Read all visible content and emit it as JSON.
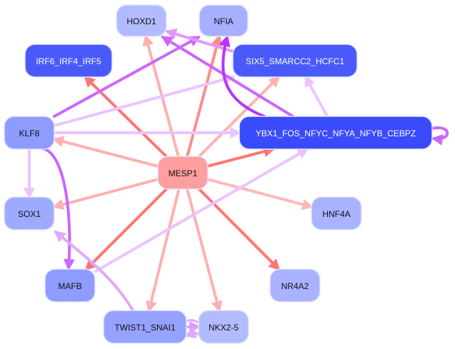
{
  "diagram": {
    "type": "gene-regulatory-network",
    "nodes": [
      {
        "id": "HOXD1",
        "label": "HOXD1",
        "fill": "#b3bbff",
        "text": "#111111"
      },
      {
        "id": "NFIA",
        "label": "NFIA",
        "fill": "#a6b0ff",
        "text": "#111111"
      },
      {
        "id": "IRF6_IRF4_IRF5",
        "label": "IRF6_IRF4_IRF5",
        "fill": "#4a5afa",
        "text": "#ffffff"
      },
      {
        "id": "SIX5_SMARCC2_HCFC1",
        "label": "SIX5_SMARCC2_HCFC1",
        "fill": "#4a5afa",
        "text": "#ffffff"
      },
      {
        "id": "KLF8",
        "label": "KLF8",
        "fill": "#8e9cff",
        "text": "#111111"
      },
      {
        "id": "YBX1_FOS_NFYC_NFYA_NFYB_CEBPZ",
        "label": "YBX1_FOS_NFYC_NFYA_NFYB_CEBPZ",
        "fill": "#3a4bfb",
        "text": "#ffffff"
      },
      {
        "id": "MESP1",
        "label": "MESP1",
        "fill": "#ff9e9e",
        "text": "#111111"
      },
      {
        "id": "SOX1",
        "label": "SOX1",
        "fill": "#9eaaff",
        "text": "#111111"
      },
      {
        "id": "HNF4A",
        "label": "HNF4A",
        "fill": "#aab3ff",
        "text": "#111111"
      },
      {
        "id": "MAFB",
        "label": "MAFB",
        "fill": "#8e9cff",
        "text": "#111111"
      },
      {
        "id": "NR4A2",
        "label": "NR4A2",
        "fill": "#aab3ff",
        "text": "#111111"
      },
      {
        "id": "TWIST1_SNAI1",
        "label": "TWIST1_SNAI1",
        "fill": "#96a2ff",
        "text": "#111111"
      },
      {
        "id": "NKX2-5",
        "label": "NKX2-5",
        "fill": "#b3bbff",
        "text": "#111111"
      }
    ],
    "edges": [
      {
        "from": "MESP1",
        "to": "HOXD1",
        "color": "#ffb0b0"
      },
      {
        "from": "MESP1",
        "to": "NFIA",
        "color": "#ff8c8c"
      },
      {
        "from": "MESP1",
        "to": "IRF6_IRF4_IRF5",
        "color": "#ff7474"
      },
      {
        "from": "MESP1",
        "to": "SIX5_SMARCC2_HCFC1",
        "color": "#ffb0b0"
      },
      {
        "from": "MESP1",
        "to": "KLF8",
        "color": "#ffb0b0"
      },
      {
        "from": "MESP1",
        "to": "YBX1_FOS_NFYC_NFYA_NFYB_CEBPZ",
        "color": "#ff7474"
      },
      {
        "from": "MESP1",
        "to": "SOX1",
        "color": "#ffb0b0"
      },
      {
        "from": "MESP1",
        "to": "HNF4A",
        "color": "#ffb8b8"
      },
      {
        "from": "MESP1",
        "to": "MAFB",
        "color": "#ff7474"
      },
      {
        "from": "MESP1",
        "to": "NR4A2",
        "color": "#ff7474"
      },
      {
        "from": "MESP1",
        "to": "TWIST1_SNAI1",
        "color": "#ffb0b0"
      },
      {
        "from": "MESP1",
        "to": "NKX2-5",
        "color": "#ffb0b0"
      },
      {
        "from": "KLF8",
        "to": "NFIA",
        "color": "#cc66ff"
      },
      {
        "from": "KLF8",
        "to": "SIX5_SMARCC2_HCFC1",
        "color": "#ebc4ff"
      },
      {
        "from": "KLF8",
        "to": "YBX1_FOS_NFYC_NFYA_NFYB_CEBPZ",
        "color": "#ebc4ff"
      },
      {
        "from": "KLF8",
        "to": "SOX1",
        "color": "#ebc4ff"
      },
      {
        "from": "KLF8",
        "to": "MAFB",
        "color": "#cc66ff"
      },
      {
        "from": "SIX5_SMARCC2_HCFC1",
        "to": "HOXD1",
        "color": "#dd99ff"
      },
      {
        "from": "YBX1_FOS_NFYC_NFYA_NFYB_CEBPZ",
        "to": "HOXD1",
        "color": "#cc66ff"
      },
      {
        "from": "YBX1_FOS_NFYC_NFYA_NFYB_CEBPZ",
        "to": "NFIA",
        "color": "#b833ff"
      },
      {
        "from": "YBX1_FOS_NFYC_NFYA_NFYB_CEBPZ",
        "to": "SIX5_SMARCC2_HCFC1",
        "color": "#ebc4ff"
      },
      {
        "from": "YBX1_FOS_NFYC_NFYA_NFYB_CEBPZ",
        "to": "YBX1_FOS_NFYC_NFYA_NFYB_CEBPZ",
        "color": "#cc66ff"
      },
      {
        "from": "MAFB",
        "to": "YBX1_FOS_NFYC_NFYA_NFYB_CEBPZ",
        "color": "#ebc4ff"
      },
      {
        "from": "TWIST1_SNAI1",
        "to": "SOX1",
        "color": "#ddaaff"
      },
      {
        "from": "TWIST1_SNAI1",
        "to": "NKX2-5",
        "color": "#dd99ff"
      },
      {
        "from": "NKX2-5",
        "to": "TWIST1_SNAI1",
        "color": "#ddaaff"
      }
    ]
  }
}
